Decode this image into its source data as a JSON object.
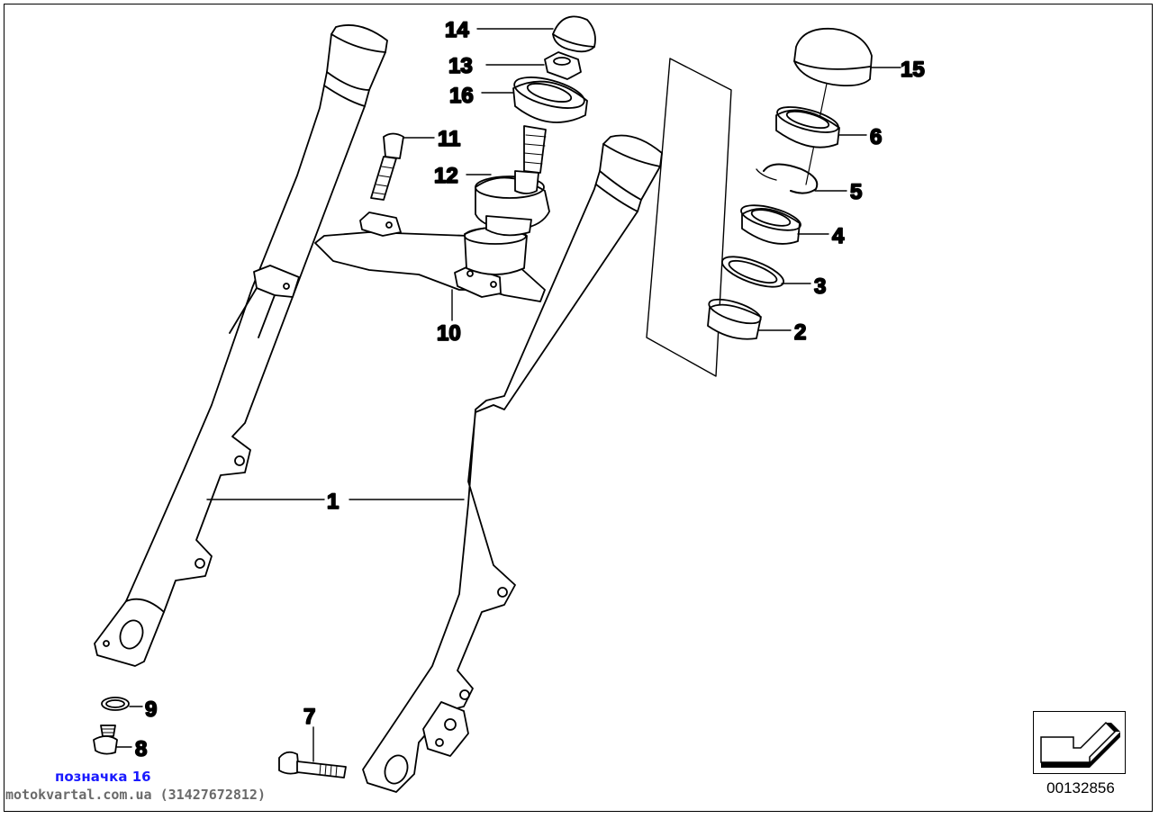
{
  "callouts": [
    {
      "id": "1",
      "label": "1"
    },
    {
      "id": "2",
      "label": "2"
    },
    {
      "id": "3",
      "label": "3"
    },
    {
      "id": "4",
      "label": "4"
    },
    {
      "id": "5",
      "label": "5"
    },
    {
      "id": "6",
      "label": "6"
    },
    {
      "id": "7",
      "label": "7"
    },
    {
      "id": "8",
      "label": "8"
    },
    {
      "id": "9",
      "label": "9"
    },
    {
      "id": "10",
      "label": "10"
    },
    {
      "id": "11",
      "label": "11"
    },
    {
      "id": "12",
      "label": "12"
    },
    {
      "id": "13",
      "label": "13"
    },
    {
      "id": "14",
      "label": "14"
    },
    {
      "id": "15",
      "label": "15"
    },
    {
      "id": "16",
      "label": "16"
    }
  ],
  "footer": {
    "mark_label": "позначка 16",
    "site": "motokvartal.com.ua (31427672812)"
  },
  "reference_number": "00132856",
  "colors": {
    "line": "#000000",
    "mark_label": "#1a1aff",
    "site_text": "#6a6a6a",
    "background": "#ffffff"
  }
}
